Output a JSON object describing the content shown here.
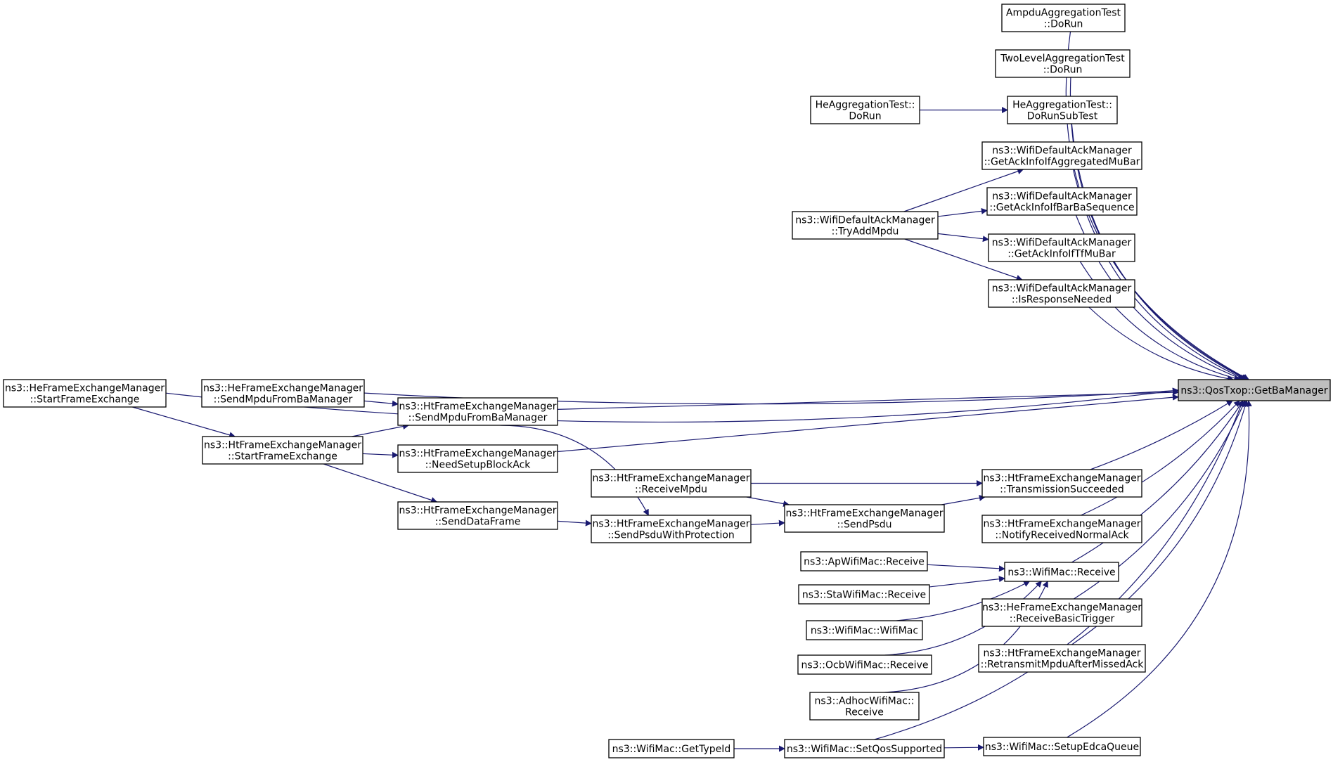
{
  "graph": {
    "colors": {
      "edge": "#191970",
      "highlight_fill": "#bfbfbf",
      "node_border": "#000000"
    },
    "nodes": [
      {
        "id": "target",
        "name": "node-qostxop-getbamanager",
        "lines": [
          "ns3::QosTxop::GetBaManager"
        ],
        "highlight": true
      },
      {
        "id": "ampdu",
        "name": "node-ampdu-aggregation-test-dorun",
        "lines": [
          "AmpduAggregationTest",
          "::DoRun"
        ]
      },
      {
        "id": "twolevel",
        "name": "node-two-level-aggregation-test-dorun",
        "lines": [
          "TwoLevelAggregationTest",
          "::DoRun"
        ]
      },
      {
        "id": "hesub",
        "name": "node-he-aggregation-test-dorunsubtest",
        "lines": [
          "HeAggregationTest::",
          "DoRunSubTest"
        ]
      },
      {
        "id": "herun",
        "name": "node-he-aggregation-test-dorun",
        "lines": [
          "HeAggregationTest::",
          "DoRun"
        ]
      },
      {
        "id": "ackmubar",
        "name": "node-ackmanager-getackinfoifaggregatedmubar",
        "lines": [
          "ns3::WifiDefaultAckManager",
          "::GetAckInfoIfAggregatedMuBar"
        ]
      },
      {
        "id": "ackbarba",
        "name": "node-ackmanager-getackinfoifbarbasequence",
        "lines": [
          "ns3::WifiDefaultAckManager",
          "::GetAckInfoIfBarBaSequence"
        ]
      },
      {
        "id": "tryadd",
        "name": "node-ackmanager-tryaddmpdu",
        "lines": [
          "ns3::WifiDefaultAckManager",
          "::TryAddMpdu"
        ]
      },
      {
        "id": "acktf",
        "name": "node-ackmanager-getackinfoiftfmubar",
        "lines": [
          "ns3::WifiDefaultAckManager",
          "::GetAckInfoIfTfMuBar"
        ]
      },
      {
        "id": "respneeded",
        "name": "node-ackmanager-isresponseneeded",
        "lines": [
          "ns3::WifiDefaultAckManager",
          "::IsResponseNeeded"
        ]
      },
      {
        "id": "hestart",
        "name": "node-he-fem-startframeexchange",
        "lines": [
          "ns3::HeFrameExchangeManager",
          "::StartFrameExchange"
        ]
      },
      {
        "id": "hesendmpdu",
        "name": "node-he-fem-sendmpdufrombamanager",
        "lines": [
          "ns3::HeFrameExchangeManager",
          "::SendMpduFromBaManager"
        ]
      },
      {
        "id": "htsendmpdu",
        "name": "node-ht-fem-sendmpdufrombamanager",
        "lines": [
          "ns3::HtFrameExchangeManager",
          "::SendMpduFromBaManager"
        ]
      },
      {
        "id": "htstart",
        "name": "node-ht-fem-startframeexchange",
        "lines": [
          "ns3::HtFrameExchangeManager",
          "::StartFrameExchange"
        ]
      },
      {
        "id": "needsetup",
        "name": "node-ht-fem-needsetupblockack",
        "lines": [
          "ns3::HtFrameExchangeManager",
          "::NeedSetupBlockAck"
        ]
      },
      {
        "id": "recvmpdu",
        "name": "node-ht-fem-receivempdu",
        "lines": [
          "ns3::HtFrameExchangeManager",
          "::ReceiveMpdu"
        ]
      },
      {
        "id": "txsucc",
        "name": "node-ht-fem-transmissionsucceeded",
        "lines": [
          "ns3::HtFrameExchangeManager",
          "::TransmissionSucceeded"
        ]
      },
      {
        "id": "senddata",
        "name": "node-ht-fem-senddataframe",
        "lines": [
          "ns3::HtFrameExchangeManager",
          "::SendDataFrame"
        ]
      },
      {
        "id": "sendpsdu",
        "name": "node-ht-fem-sendpsdu",
        "lines": [
          "ns3::HtFrameExchangeManager",
          "::SendPsdu"
        ]
      },
      {
        "id": "sendpsduprot",
        "name": "node-ht-fem-sendpsduwithprotection",
        "lines": [
          "ns3::HtFrameExchangeManager",
          "::SendPsduWithProtection"
        ]
      },
      {
        "id": "notifynormal",
        "name": "node-ht-fem-notifyreceivednormalack",
        "lines": [
          "ns3::HtFrameExchangeManager",
          "::NotifyReceivedNormalAck"
        ]
      },
      {
        "id": "apreceive",
        "name": "node-apwifimac-receive",
        "lines": [
          "ns3::ApWifiMac::Receive"
        ]
      },
      {
        "id": "wifireceive",
        "name": "node-wifimac-receive",
        "lines": [
          "ns3::WifiMac::Receive"
        ]
      },
      {
        "id": "stareceive",
        "name": "node-stawifimac-receive",
        "lines": [
          "ns3::StaWifiMac::Receive"
        ]
      },
      {
        "id": "wifictor",
        "name": "node-wifimac-wifimac",
        "lines": [
          "ns3::WifiMac::WifiMac"
        ]
      },
      {
        "id": "hebasic",
        "name": "node-he-fem-receivebasictrigger",
        "lines": [
          "ns3::HeFrameExchangeManager",
          "::ReceiveBasicTrigger"
        ]
      },
      {
        "id": "ocbreceive",
        "name": "node-ocbwifimac-receive",
        "lines": [
          "ns3::OcbWifiMac::Receive"
        ]
      },
      {
        "id": "retransmit",
        "name": "node-ht-fem-retransmitmpduaftermissedack",
        "lines": [
          "ns3::HtFrameExchangeManager",
          "::RetransmitMpduAfterMissedAck"
        ]
      },
      {
        "id": "adhocreceive",
        "name": "node-adhocwifimac-receive",
        "lines": [
          "ns3::AdhocWifiMac::",
          "Receive"
        ]
      },
      {
        "id": "gettypeid",
        "name": "node-wifimac-gettypeid",
        "lines": [
          "ns3::WifiMac::GetTypeId"
        ]
      },
      {
        "id": "setqos",
        "name": "node-wifimac-setqossupported",
        "lines": [
          "ns3::WifiMac::SetQosSupported"
        ]
      },
      {
        "id": "setupedca",
        "name": "node-wifimac-setupedcaqueue",
        "lines": [
          "ns3::WifiMac::SetupEdcaQueue"
        ]
      }
    ]
  }
}
